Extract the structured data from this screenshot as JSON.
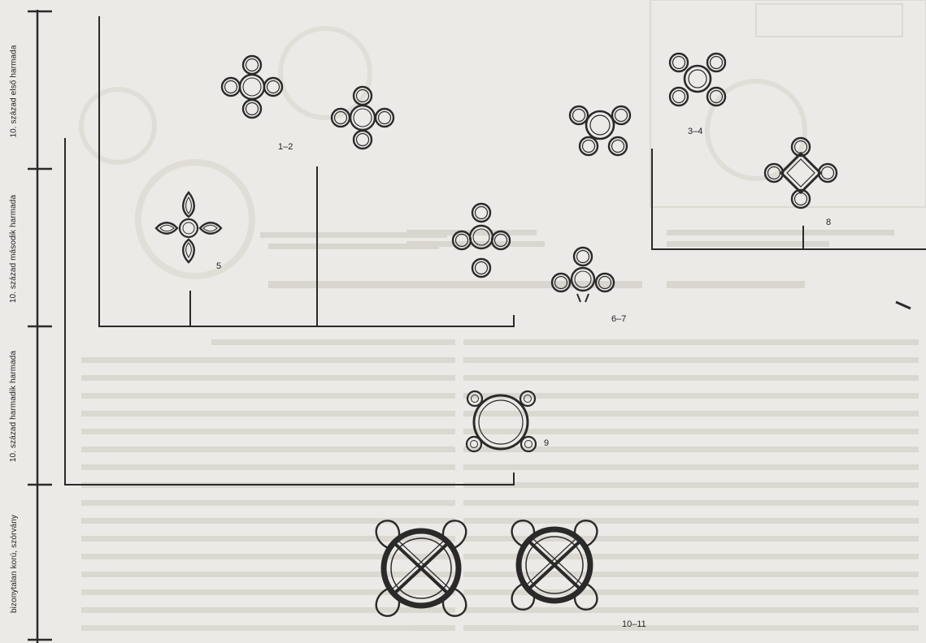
{
  "periods": [
    {
      "id": "first",
      "label": "10. század első harmada"
    },
    {
      "id": "second",
      "label": "10. század második harmada"
    },
    {
      "id": "third",
      "label": "10. század harmadik harmada"
    },
    {
      "id": "uncertain",
      "label": "bizonytalan korú, szórvány"
    }
  ],
  "figures": [
    {
      "id": "1-2",
      "label": "1–2"
    },
    {
      "id": "3-4",
      "label": "3–4"
    },
    {
      "id": "5",
      "label": "5"
    },
    {
      "id": "6-7",
      "label": "6–7"
    },
    {
      "id": "8",
      "label": "8"
    },
    {
      "id": "9",
      "label": "9"
    },
    {
      "id": "10-11",
      "label": "10–11"
    }
  ],
  "colors": {
    "ink": "#2a2a2a",
    "paper": "#eceae6",
    "ghost": "#cfcac2"
  }
}
